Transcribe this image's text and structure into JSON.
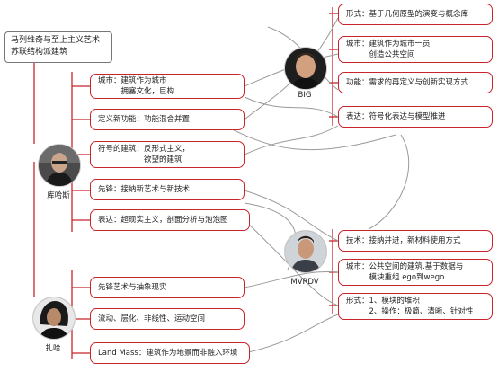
{
  "header": {
    "title_lines": [
      "马列维奇与至上主义艺术",
      "苏联结构派建筑"
    ]
  },
  "people": {
    "koolhaas": {
      "name": "库哈斯"
    },
    "big": {
      "name": "BIG"
    },
    "mvrdv": {
      "name": "MVRDV"
    },
    "zaha": {
      "name": "扎哈"
    }
  },
  "koolhaas_items": [
    {
      "lines": [
        "城市：建筑作为城市",
        "　　　拥塞文化，巨构"
      ]
    },
    {
      "lines": [
        "定义新功能：功能混合并置"
      ]
    },
    {
      "lines": [
        "符号的建筑：反形式主义，",
        "　　　　　　欲望的建筑"
      ]
    },
    {
      "lines": [
        "先锋：接纳新艺术与新技术"
      ]
    },
    {
      "lines": [
        "表达：超现实主义，剖面分析与泡泡图"
      ]
    }
  ],
  "big_items": [
    {
      "lines": [
        "形式：基于几何原型的演变与概念库"
      ]
    },
    {
      "lines": [
        "城市：建筑作为城市一员",
        "　　　创造公共空间"
      ]
    },
    {
      "lines": [
        "功能：需求的再定义与创新实现方式"
      ]
    },
    {
      "lines": [
        "表达：符号化表达与模型推进"
      ]
    }
  ],
  "mvrdv_items": [
    {
      "lines": [
        "技术：接纳并进，新材料使用方式"
      ]
    },
    {
      "lines": [
        "城市：公共空间的建筑.基于数据与",
        "　　　模块重组 ego到wego"
      ]
    },
    {
      "lines": [
        "形式：1、模块的堆积",
        "　　　2、操作：极简、清晰、针对性"
      ]
    }
  ],
  "zaha_items": [
    {
      "lines": [
        "先锋艺术与抽象现实"
      ]
    },
    {
      "lines": [
        "流动、层化、非线性、运动空间"
      ]
    },
    {
      "lines": [
        "Land Mass：建筑作为地景而非融入环境"
      ]
    }
  ],
  "colors": {
    "accent": "#c8252c",
    "connector": "#9a9a9a"
  },
  "icons": {
    "koolhaas_avatar": "person-portrait-icon",
    "big_avatar": "person-portrait-icon",
    "mvrdv_avatar": "person-portrait-icon",
    "zaha_avatar": "person-portrait-icon"
  }
}
